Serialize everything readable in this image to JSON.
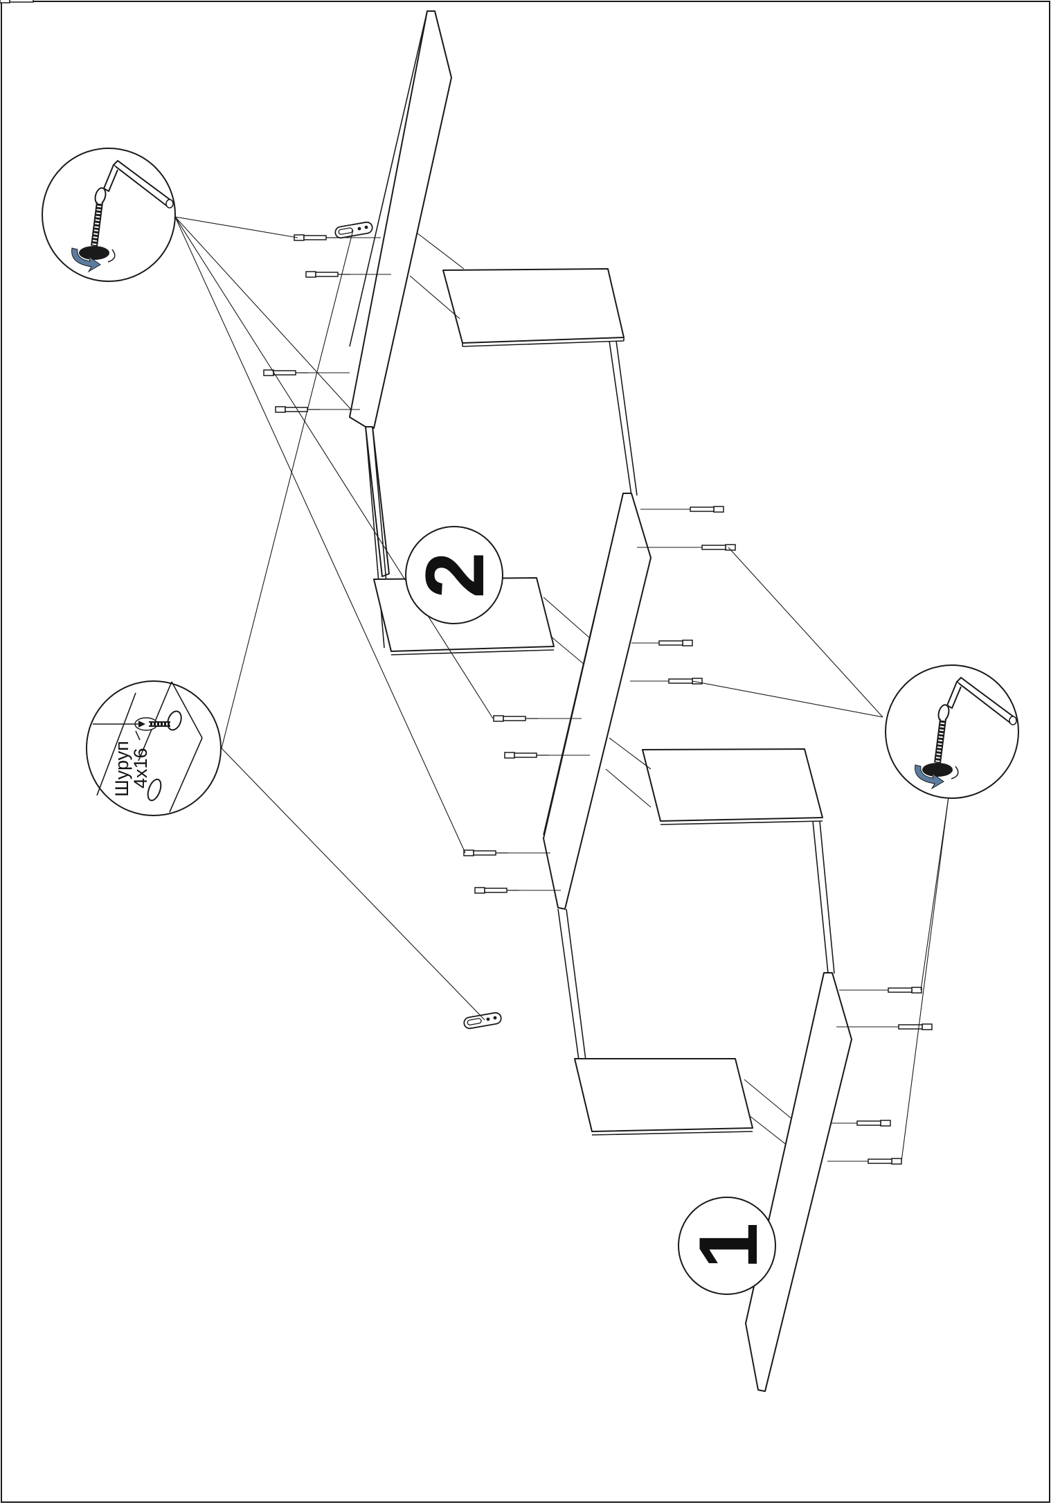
{
  "steps": [
    "1",
    "2"
  ],
  "detail": {
    "screw_label": "Шуруп",
    "screw_size": "4x16"
  },
  "colors": {
    "line": "#1a1a1a",
    "arrow": "#5b7c9e",
    "background": "#ffffff"
  }
}
